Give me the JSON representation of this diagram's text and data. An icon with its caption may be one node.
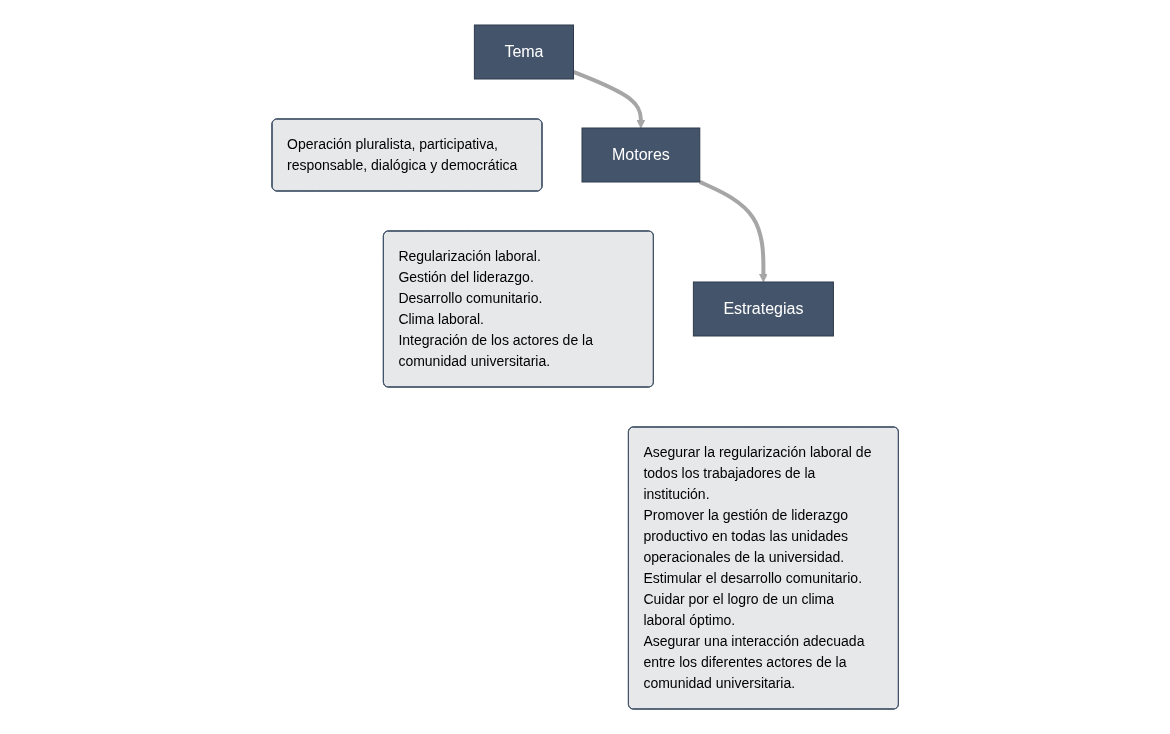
{
  "diagram": {
    "nodes": [
      {
        "text": [
          "Tema"
        ]
      },
      {
        "text": [
          "Operación pluralista, participativa, responsable, dialógica y democrática"
        ]
      },
      {
        "text": [
          "Motores"
        ]
      },
      {
        "text": [
          "Regularización laboral.",
          "Gestión del liderazgo.",
          "Desarrollo comunitario.",
          "Clima laboral.",
          "Integración de los actores de la comunidad universitaria."
        ]
      },
      {
        "text": [
          "Estrategias"
        ]
      },
      {
        "text": [
          "Asegurar la regularización laboral de todos los trabajadores de la institución.",
          "Promover la gestión de liderazgo productivo en todas las unidades operacionales de la universidad.",
          "Estimular el desarrollo comunitario.",
          "Cuidar por el logro de un clima laboral óptimo.",
          "Asegurar una interacción adecuada entre los diferentes actores de la comunidad universitaria."
        ]
      }
    ],
    "edges": [
      {
        "from": 0,
        "to": 2,
        "arrow": "to"
      },
      {
        "from": 2,
        "to": 4,
        "arrow": "to"
      }
    ]
  }
}
